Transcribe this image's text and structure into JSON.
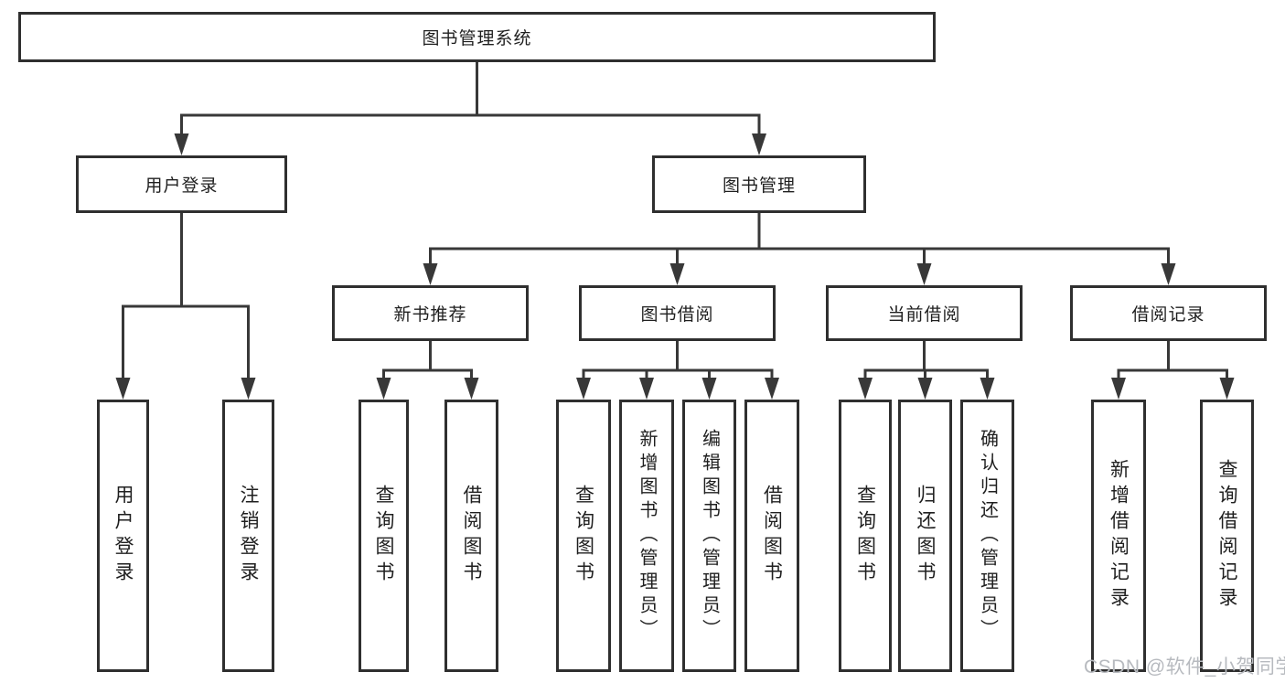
{
  "watermark": "CSDN @软件_小贺同学",
  "colors": {
    "line": "#383838",
    "box_border": "#2f2f2f",
    "text": "#1f1f1f",
    "background": "#ffffff",
    "watermark_text": "#b7babf"
  },
  "tree": {
    "root": {
      "label": "图书管理系统"
    },
    "level2": [
      {
        "label": "用户登录",
        "children": [
          {
            "label": "用户登录"
          },
          {
            "label": "注销登录"
          }
        ]
      },
      {
        "label": "图书管理",
        "children": [
          {
            "label": "新书推荐",
            "children": [
              {
                "label": "查询图书"
              },
              {
                "label": "借阅图书"
              }
            ]
          },
          {
            "label": "图书借阅",
            "children": [
              {
                "label": "查询图书"
              },
              {
                "label": "新增图书（管理员）"
              },
              {
                "label": "编辑图书（管理员）"
              },
              {
                "label": "借阅图书"
              }
            ]
          },
          {
            "label": "当前借阅",
            "children": [
              {
                "label": "查询图书"
              },
              {
                "label": "归还图书"
              },
              {
                "label": "确认归还（管理员）"
              }
            ]
          },
          {
            "label": "借阅记录",
            "children": [
              {
                "label": "新增借阅记录"
              },
              {
                "label": "查询借阅记录"
              }
            ]
          }
        ]
      }
    ]
  }
}
